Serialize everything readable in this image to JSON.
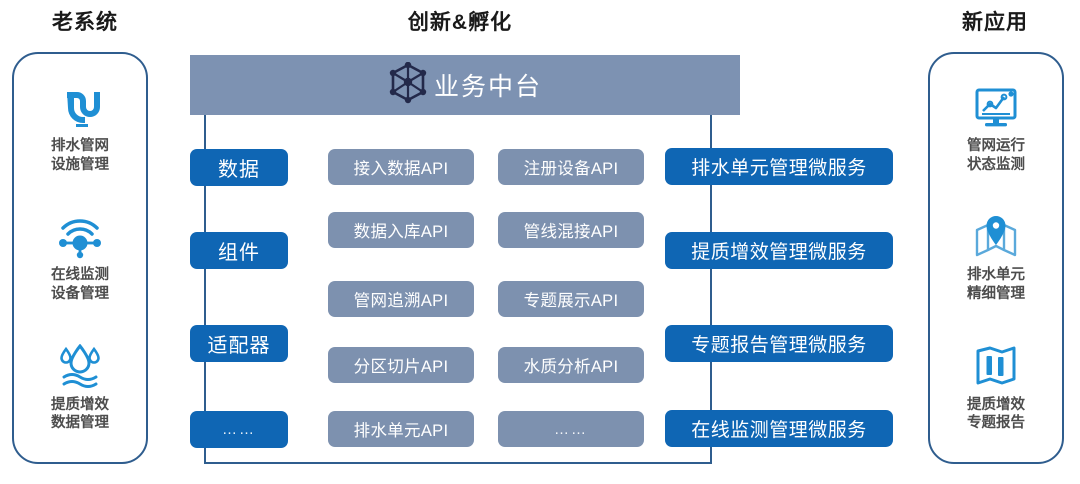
{
  "headings": {
    "left": "老系统",
    "middle": "创新&孵化",
    "right": "新应用"
  },
  "platform": {
    "title": "业务中台",
    "icon": "cube-network-icon",
    "bar_color": "#7d92b2"
  },
  "colors": {
    "blue": "#0f66b4",
    "gray_blue": "#7d91af",
    "line": "#2f5d8e",
    "icon_blue": "#1f8fd4",
    "label_gray": "#4d4d4d"
  },
  "left_card": {
    "items": [
      {
        "icon": "pipe-network-icon",
        "label": "排水管网\n设施管理"
      },
      {
        "icon": "online-sensor-icon",
        "label": "在线监测\n设备管理"
      },
      {
        "icon": "water-quality-icon",
        "label": "提质增效\n数据管理"
      }
    ]
  },
  "right_card": {
    "items": [
      {
        "icon": "monitor-chart-icon",
        "label": "管网运行\n状态监测"
      },
      {
        "icon": "map-pin-icon",
        "label": "排水单元\n精细管理"
      },
      {
        "icon": "report-book-icon",
        "label": "提质增效\n专题报告"
      }
    ]
  },
  "categories": [
    {
      "label": "数据"
    },
    {
      "label": "组件"
    },
    {
      "label": "适配器"
    },
    {
      "label": "……"
    }
  ],
  "api_rows": [
    {
      "col1": "接入数据API",
      "col2": "注册设备API"
    },
    {
      "col1": "数据入库API",
      "col2": "管线混接API"
    },
    {
      "col1": "管网追溯API",
      "col2": "专题展示API"
    },
    {
      "col1": "分区切片API",
      "col2": "水质分析API"
    },
    {
      "col1": "排水单元API",
      "col2": "……"
    }
  ],
  "microservices": [
    {
      "label": "排水单元管理微服务"
    },
    {
      "label": "提质增效管理微服务"
    },
    {
      "label": "专题报告管理微服务"
    },
    {
      "label": "在线监测管理微服务"
    }
  ]
}
